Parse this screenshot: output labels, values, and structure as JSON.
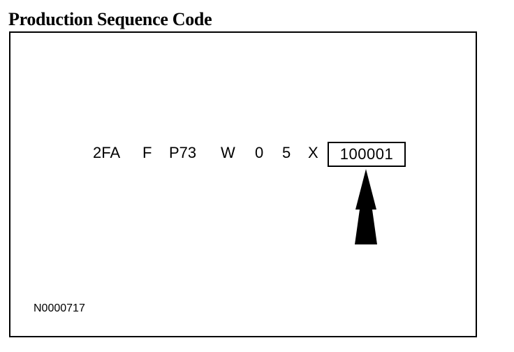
{
  "title": "Production Sequence Code",
  "vin": {
    "segments": [
      "2FA",
      "F",
      "P73",
      "W",
      "0",
      "5",
      "X"
    ],
    "sequence_code": "100001"
  },
  "figure_ref": "N0000717",
  "arrow_icon": "up-arrow-icon"
}
